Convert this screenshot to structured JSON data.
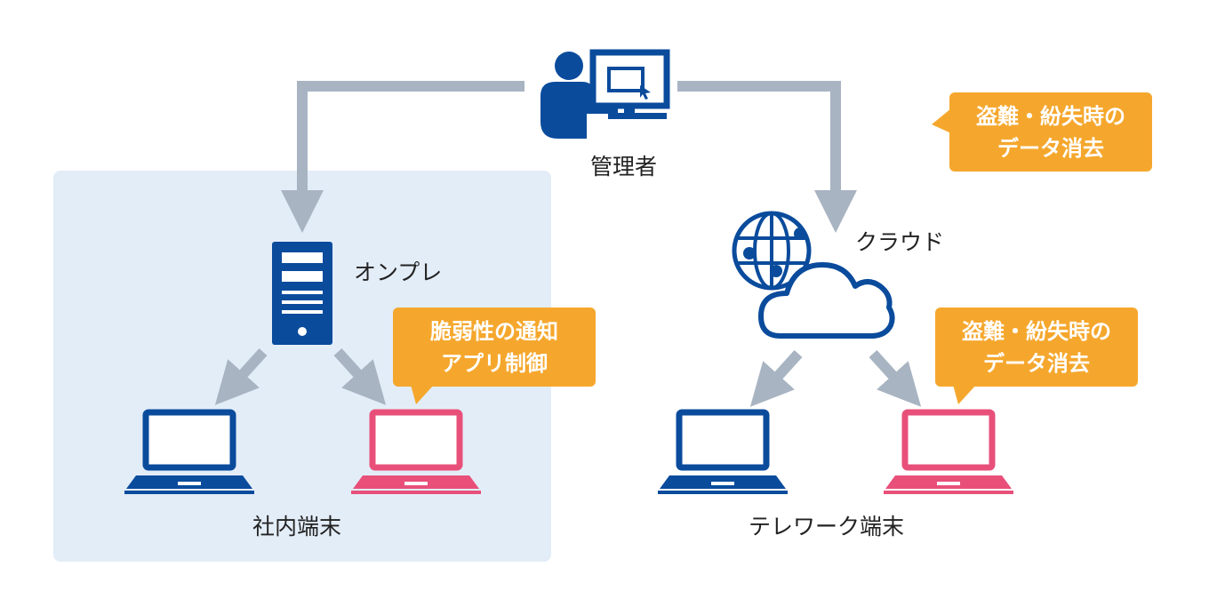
{
  "colors": {
    "navy": "#0a4b9c",
    "pink": "#e8507a",
    "arrow": "#a8b4c2",
    "zone": "#e3edf8",
    "callout": "#f5a72d"
  },
  "labels": {
    "admin": "管理者",
    "onprem": "オンプレ",
    "cloud": "クラウド",
    "office_devices": "社内端末",
    "telework_devices": "テレワーク端末"
  },
  "callouts": {
    "top_right": {
      "line1": "盗難・紛失時の",
      "line2": "データ消去"
    },
    "onprem": {
      "line1": "脆弱性の通知",
      "line2": "アプリ制御"
    },
    "cloud": {
      "line1": "盗難・紛失時の",
      "line2": "データ消去"
    }
  }
}
